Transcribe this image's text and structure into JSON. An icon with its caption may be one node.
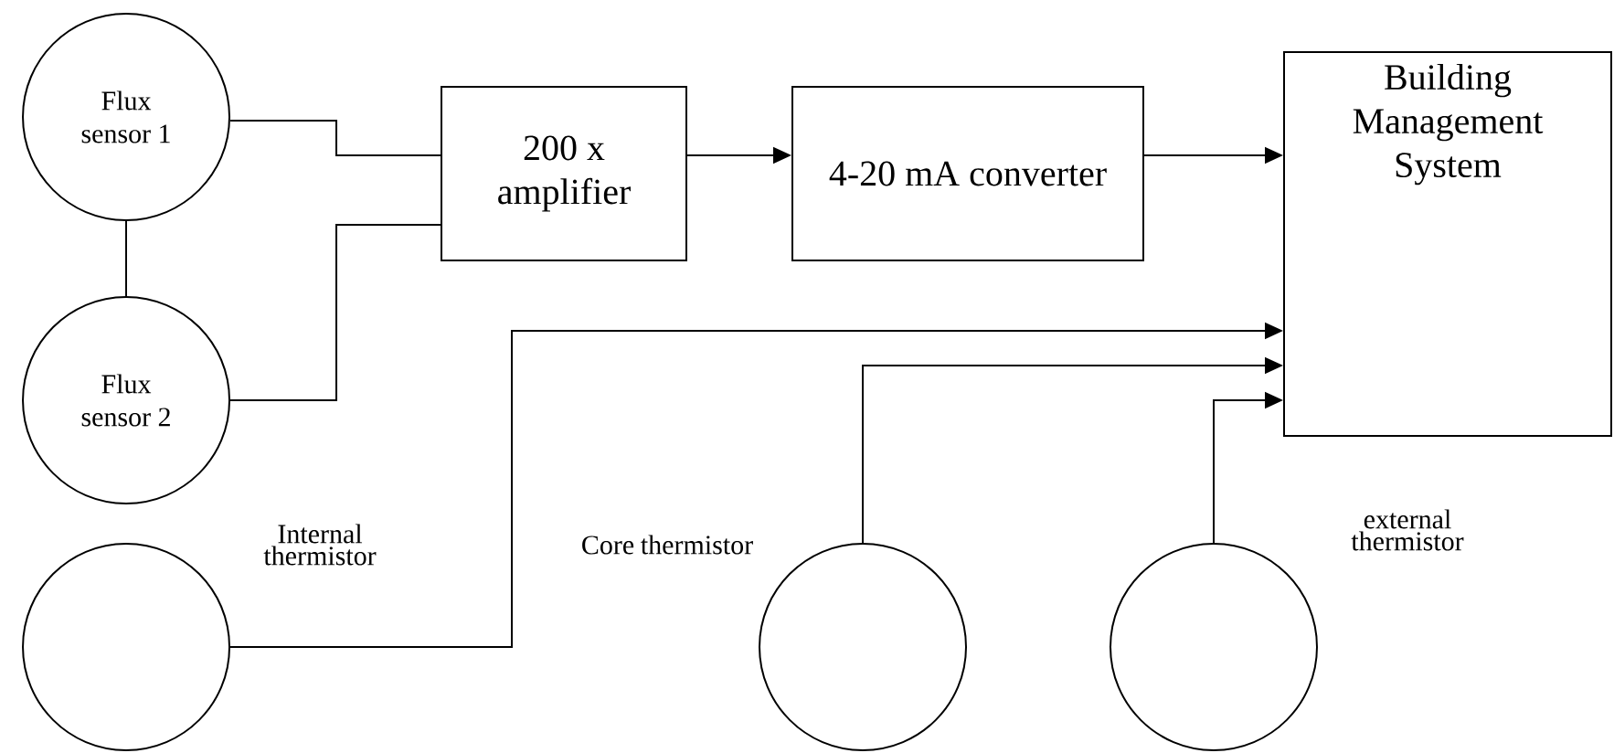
{
  "diagram": {
    "nodes": [
      {
        "text": [
          "Flux sensor 1"
        ]
      },
      {
        "text": [
          "Flux sensor 2"
        ]
      },
      {
        "text": [
          "200 x amplifier"
        ]
      },
      {
        "text": [
          "4-20 mA converter"
        ]
      },
      {
        "text": [
          "Building Management System"
        ]
      },
      {
        "text": [],
        "shape": "circle",
        "beside": [
          "Internal thermistor"
        ]
      },
      {
        "text": [],
        "shape": "circle",
        "beside": [
          "Core thermistor"
        ]
      },
      {
        "text": [],
        "shape": "circle",
        "beside": [
          "external thermistor"
        ]
      }
    ],
    "edges": [
      {
        "from": 0,
        "to": 2,
        "arrow": "none"
      },
      {
        "from": 1,
        "to": 2,
        "arrow": "none"
      },
      {
        "from": 0,
        "to": 1,
        "arrow": "none"
      },
      {
        "from": 2,
        "to": 3,
        "arrow": "to"
      },
      {
        "from": 3,
        "to": 4,
        "arrow": "to"
      },
      {
        "from": 5,
        "to": 4,
        "arrow": "to"
      },
      {
        "from": 6,
        "to": 4,
        "arrow": "to"
      },
      {
        "from": 7,
        "to": 4,
        "arrow": "to"
      }
    ]
  }
}
